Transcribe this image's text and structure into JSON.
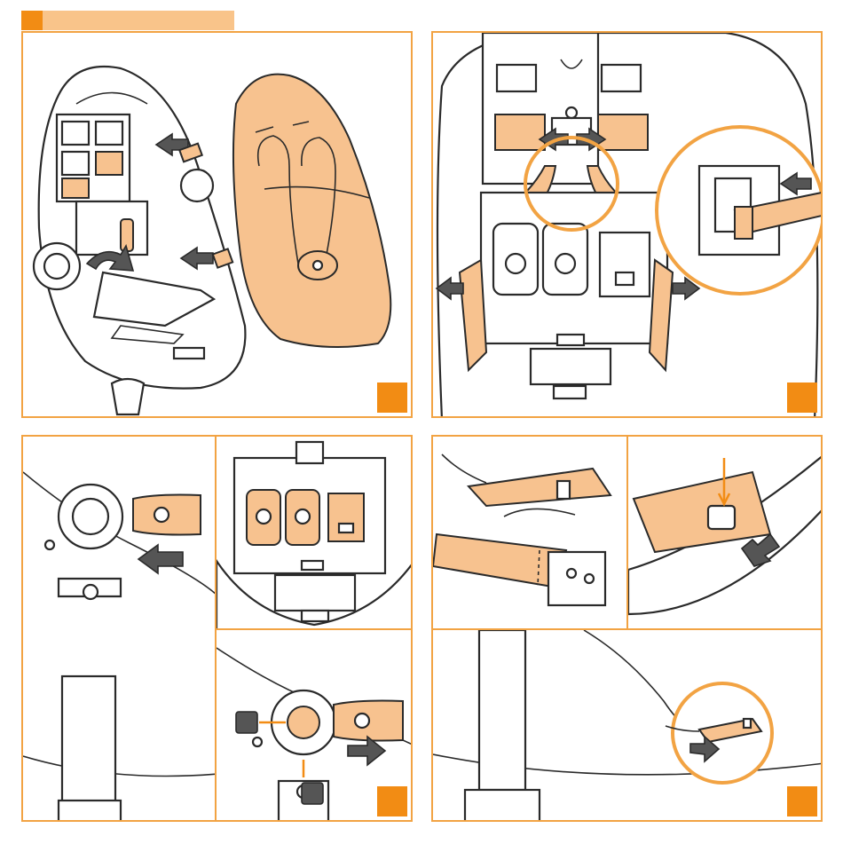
{
  "page": {
    "accent_color": "#f28c14",
    "accent_light": "#f9c48a",
    "peach_color": "#f7c28f",
    "line_color": "#2a2a2a",
    "arrow_color": "#555555"
  },
  "header": {
    "tab_icon": "orange-square-icon",
    "bar_icon": "section-header-bar"
  },
  "panels": [
    {
      "id": "remove-seat-pad",
      "icons": [
        "seat-pad",
        "highchair-shell",
        "release-arrow-icon",
        "rotate-arrow-icon"
      ]
    },
    {
      "id": "unthread-harness-straps",
      "icons": [
        "harness-buckle",
        "strap-slot",
        "push-arrow-icon",
        "zoom-circle"
      ]
    },
    {
      "id": "remove-hub-cap",
      "icons": [
        "hub-cap",
        "pull-arrow-icon"
      ]
    },
    {
      "id": "buckle-compartment",
      "icons": [
        "buckle-clips",
        "strap-slot"
      ]
    },
    {
      "id": "release-hub-cap",
      "icons": [
        "numbered-callout-square",
        "pull-arrow-icon"
      ]
    },
    {
      "id": "thread-strap-plate",
      "icons": [
        "strap-plate",
        "harness-strap"
      ]
    },
    {
      "id": "press-release-tab",
      "icons": [
        "release-tab",
        "push-down-arrow-icon"
      ]
    },
    {
      "id": "detach-strap-plate",
      "icons": [
        "zoom-circle",
        "pull-arrow-icon"
      ]
    }
  ]
}
